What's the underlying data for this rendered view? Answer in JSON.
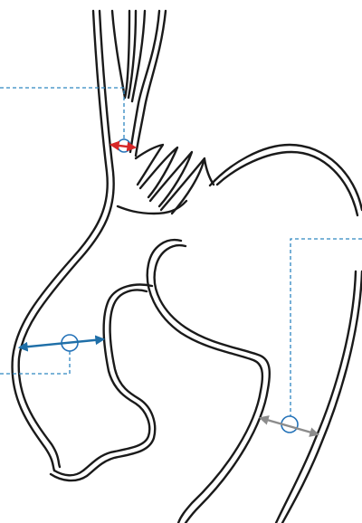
{
  "colors": {
    "outline": "#1a1a1a",
    "leader_line": "#2e86c1",
    "marker_ring": "#2472b8",
    "arrow_red": "#d62728",
    "arrow_blue": "#1f6fa8",
    "arrow_gray": "#8c8c8c",
    "background": "#ffffff"
  },
  "markers": [
    {
      "id": "upper",
      "arrow_color": "arrow_red"
    },
    {
      "id": "left",
      "arrow_color": "arrow_blue"
    },
    {
      "id": "right",
      "arrow_color": "arrow_gray"
    }
  ]
}
